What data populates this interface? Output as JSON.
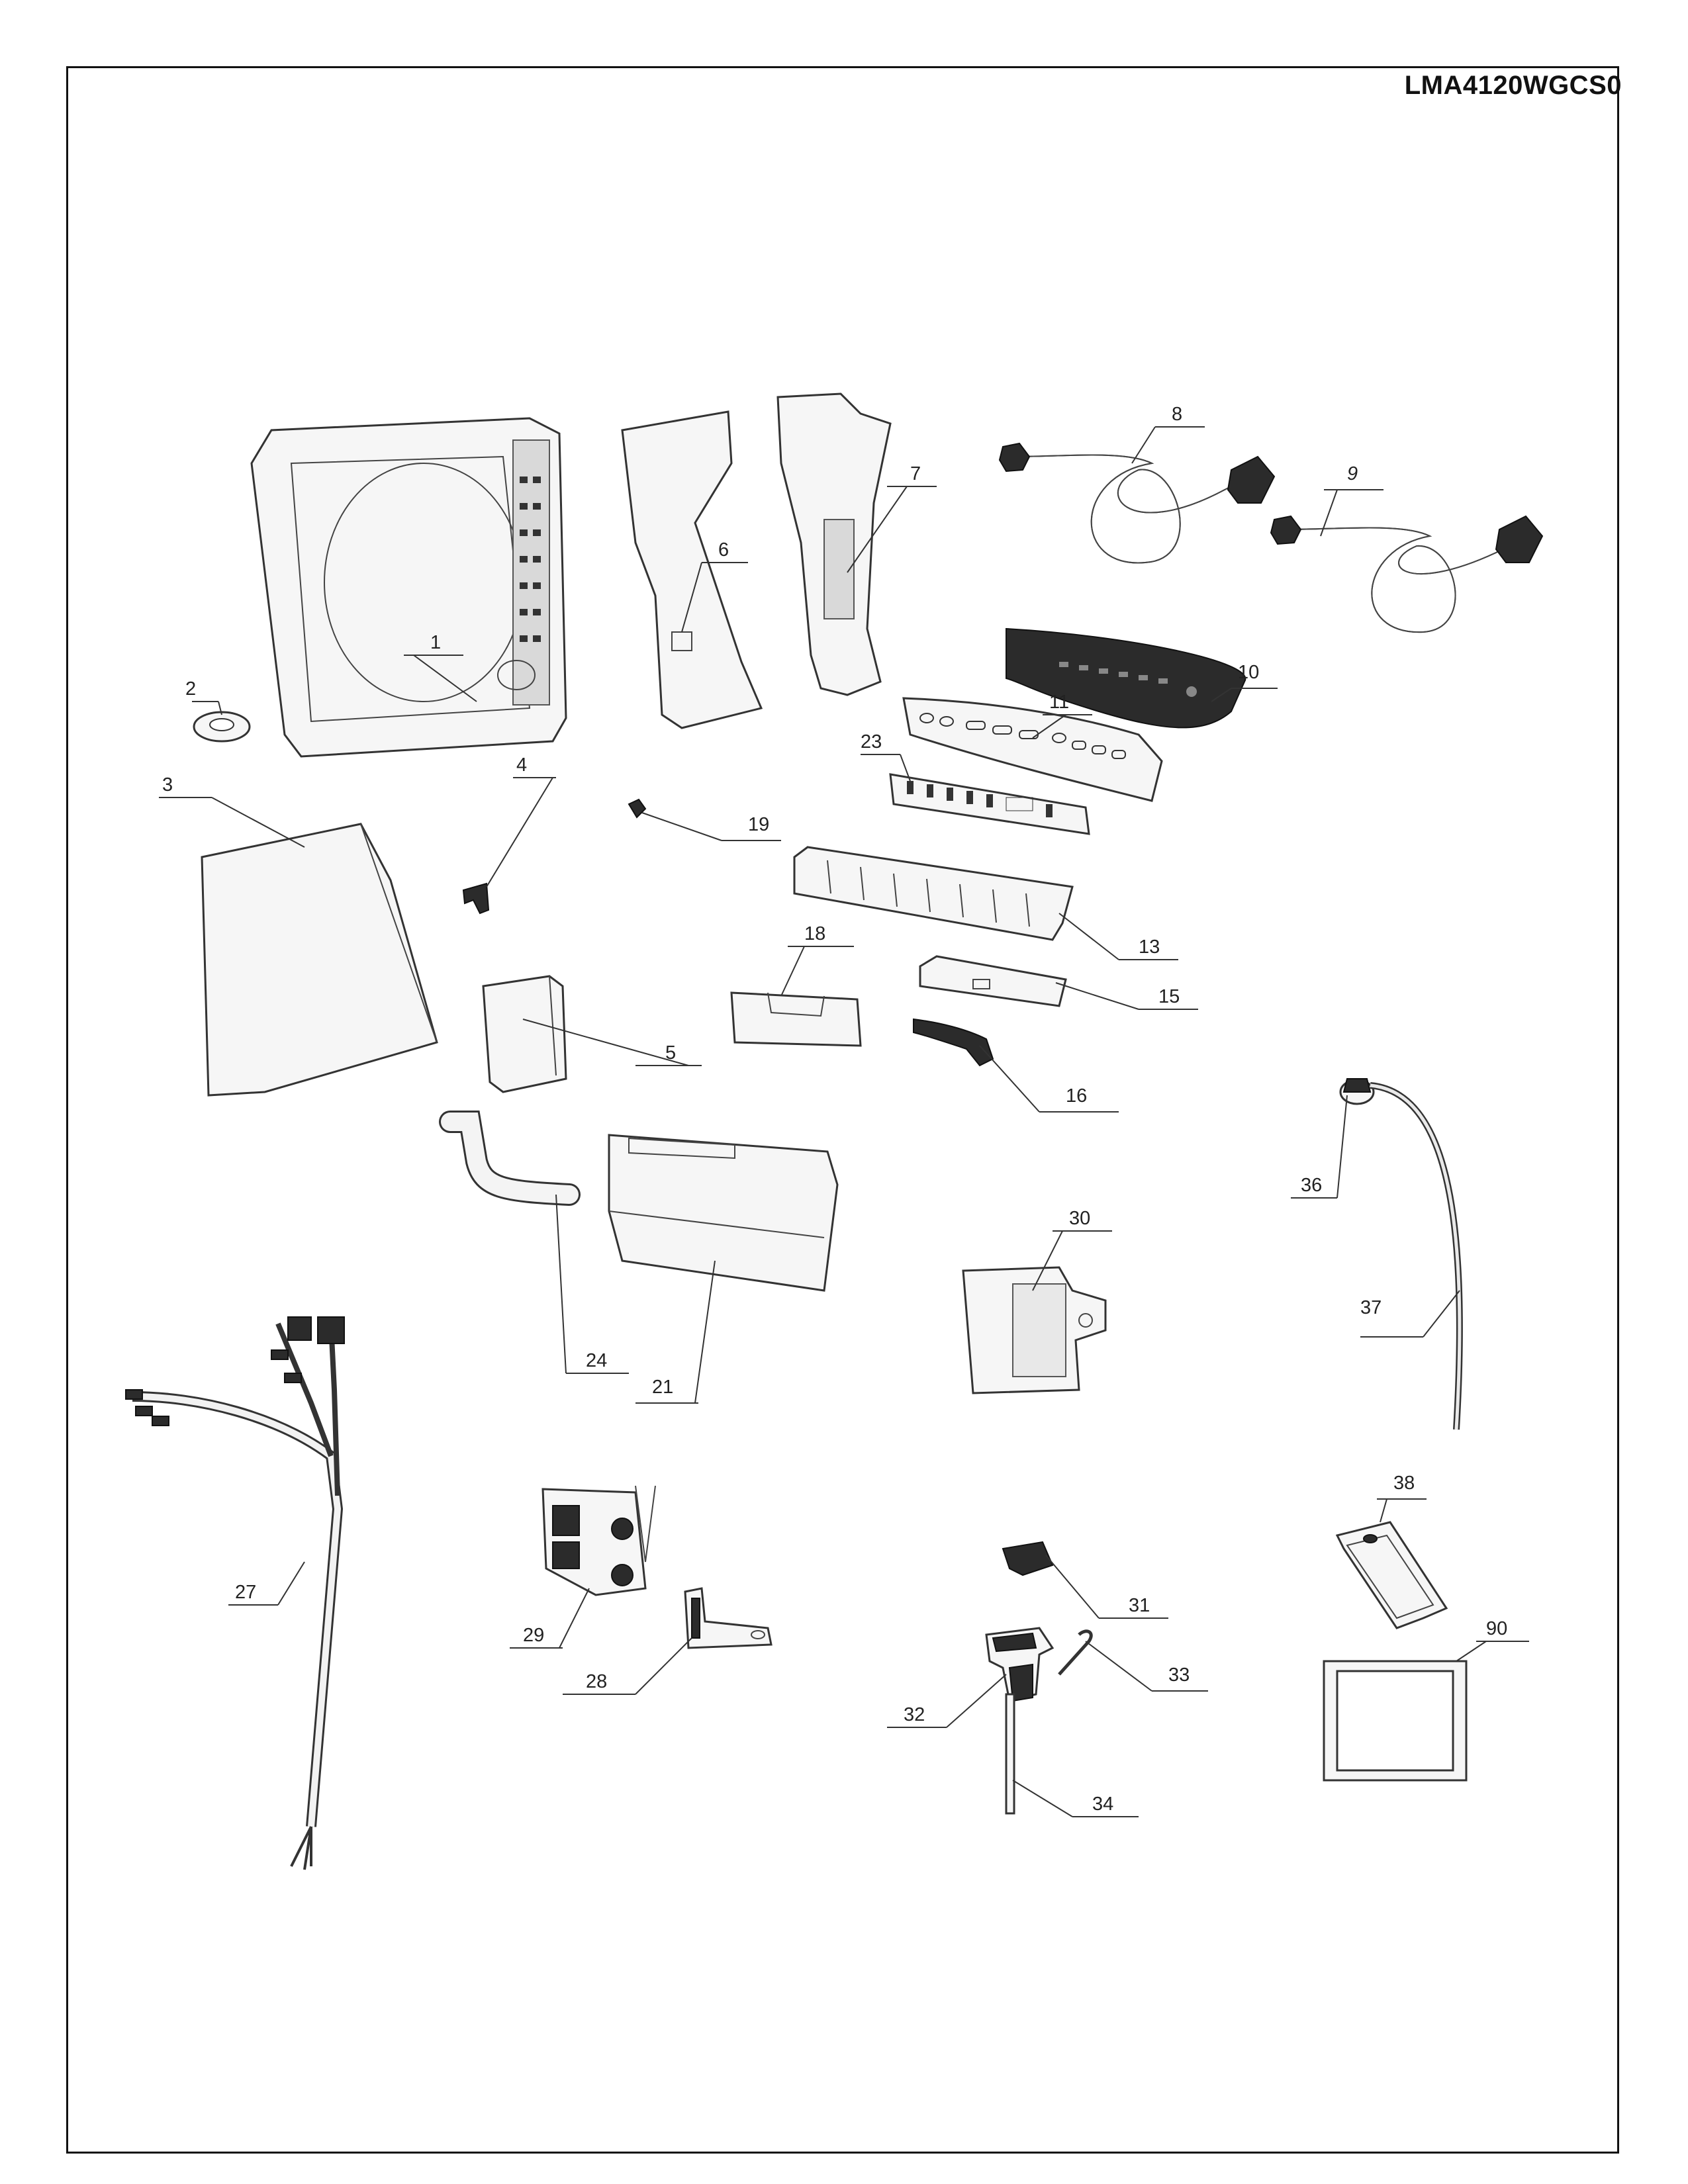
{
  "diagram": {
    "model_number": "LMA4120WGCS0",
    "colors": {
      "border": "#111111",
      "line": "#333333",
      "panel_dark": "#2b2b2b",
      "background": "#ffffff"
    },
    "parts": [
      {
        "id": "1",
        "label": "1",
        "icon": "top-cover-icon"
      },
      {
        "id": "2",
        "label": "2",
        "icon": "knob-ring-icon"
      },
      {
        "id": "3",
        "label": "3",
        "icon": "lid-icon"
      },
      {
        "id": "4",
        "label": "4",
        "icon": "bracket-icon"
      },
      {
        "id": "5",
        "label": "5",
        "icon": "cover-box-icon"
      },
      {
        "id": "6",
        "label": "6",
        "icon": "panel-plate-icon"
      },
      {
        "id": "7",
        "label": "7",
        "icon": "panel-plate-icon"
      },
      {
        "id": "8",
        "label": "8",
        "icon": "inlet-hose-icon"
      },
      {
        "id": "9",
        "label": "9",
        "icon": "inlet-hose-icon"
      },
      {
        "id": "10",
        "label": "10",
        "icon": "control-panel-icon"
      },
      {
        "id": "11",
        "label": "11",
        "icon": "button-panel-icon"
      },
      {
        "id": "13",
        "label": "13",
        "icon": "frame-icon"
      },
      {
        "id": "15",
        "label": "15",
        "icon": "pcb-icon"
      },
      {
        "id": "16",
        "label": "16",
        "icon": "switch-icon"
      },
      {
        "id": "18",
        "label": "18",
        "icon": "case-icon"
      },
      {
        "id": "19",
        "label": "19",
        "icon": "clip-icon"
      },
      {
        "id": "21",
        "label": "21",
        "icon": "dispenser-housing-icon"
      },
      {
        "id": "23",
        "label": "23",
        "icon": "pcb-icon"
      },
      {
        "id": "24",
        "label": "24",
        "icon": "hose-icon"
      },
      {
        "id": "27",
        "label": "27",
        "icon": "wire-harness-icon"
      },
      {
        "id": "28",
        "label": "28",
        "icon": "bracket-icon"
      },
      {
        "id": "29",
        "label": "29",
        "icon": "inlet-valve-icon"
      },
      {
        "id": "30",
        "label": "30",
        "icon": "cover-icon"
      },
      {
        "id": "31",
        "label": "31",
        "icon": "switch-icon"
      },
      {
        "id": "32",
        "label": "32",
        "icon": "lock-assembly-icon"
      },
      {
        "id": "33",
        "label": "33",
        "icon": "hook-icon"
      },
      {
        "id": "34",
        "label": "34",
        "icon": "rod-icon"
      },
      {
        "id": "36",
        "label": "36",
        "icon": "pressure-sensor-icon"
      },
      {
        "id": "37",
        "label": "37",
        "icon": "tube-icon"
      },
      {
        "id": "38",
        "label": "38",
        "icon": "plate-icon"
      },
      {
        "id": "90",
        "label": "90",
        "icon": "frame-icon"
      }
    ]
  }
}
